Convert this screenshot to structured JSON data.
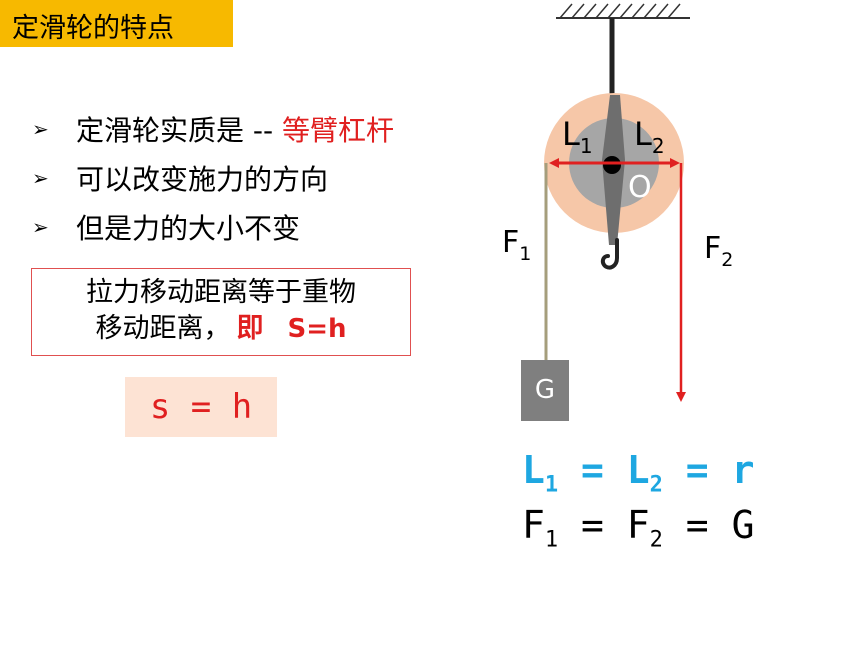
{
  "title": "定滑轮的特点",
  "bullets": [
    {
      "text": "定滑轮实质是 -- ",
      "highlight": "等臂杠杆"
    },
    {
      "text": "可以改变施力的方向",
      "highlight": ""
    },
    {
      "text": "但是力的大小不变",
      "highlight": ""
    }
  ],
  "bullet_marker": "➢",
  "note": {
    "line1": "拉力移动距离等于重物",
    "line2": "移动距离，",
    "key": "即",
    "equation": "S=h"
  },
  "formula_box": "s = h",
  "diagram": {
    "label_l1": "L",
    "label_l1_sub": "1",
    "label_l2": "L",
    "label_l2_sub": "2",
    "label_o": "O",
    "label_f1": "F",
    "label_f1_sub": "1",
    "label_f2": "F",
    "label_f2_sub": "2",
    "label_g": "G"
  },
  "equations": {
    "eq1": {
      "a": "L",
      "a_sub": "1",
      "b": "L",
      "b_sub": "2",
      "c": "r"
    },
    "eq2": {
      "a": "F",
      "a_sub": "1",
      "b": "F",
      "b_sub": "2",
      "c": "G"
    }
  },
  "colors": {
    "title_bg": "#f7b900",
    "highlight": "#e02020",
    "eq_blue": "#1ea7e1",
    "pulley_outer": "#f6c7a8",
    "arrow_red": "#e02020"
  }
}
